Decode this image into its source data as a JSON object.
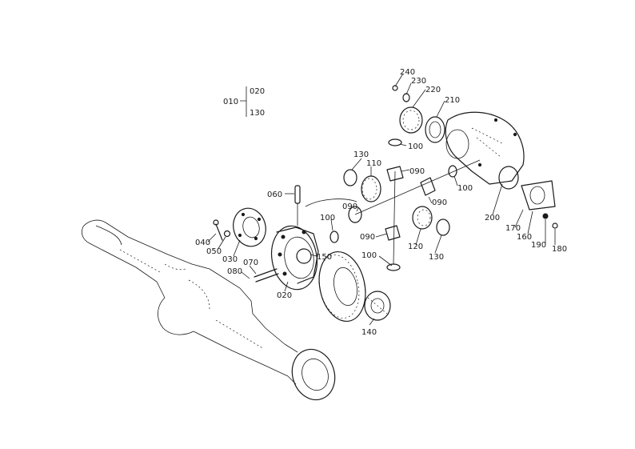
{
  "callouts": [
    {
      "id": "c010",
      "text": "010"
    },
    {
      "id": "c020a",
      "text": "020"
    },
    {
      "id": "c130a",
      "text": "130"
    },
    {
      "id": "c240",
      "text": "240"
    },
    {
      "id": "c230",
      "text": "230"
    },
    {
      "id": "c220",
      "text": "220"
    },
    {
      "id": "c210",
      "text": "210"
    },
    {
      "id": "c100a",
      "text": "100"
    },
    {
      "id": "c090a",
      "text": "090"
    },
    {
      "id": "c100b",
      "text": "100"
    },
    {
      "id": "c130b",
      "text": "130"
    },
    {
      "id": "c110",
      "text": "110"
    },
    {
      "id": "c060",
      "text": "060"
    },
    {
      "id": "c090b",
      "text": "090"
    },
    {
      "id": "c090c",
      "text": "090"
    },
    {
      "id": "c100c",
      "text": "100"
    },
    {
      "id": "c090d",
      "text": "090"
    },
    {
      "id": "c120",
      "text": "120"
    },
    {
      "id": "c130c",
      "text": "130"
    },
    {
      "id": "c200",
      "text": "200"
    },
    {
      "id": "c170",
      "text": "170"
    },
    {
      "id": "c160",
      "text": "160"
    },
    {
      "id": "c190",
      "text": "190"
    },
    {
      "id": "c180",
      "text": "180"
    },
    {
      "id": "c040",
      "text": "040"
    },
    {
      "id": "c050",
      "text": "050"
    },
    {
      "id": "c030",
      "text": "030"
    },
    {
      "id": "c070",
      "text": "070"
    },
    {
      "id": "c080",
      "text": "080"
    },
    {
      "id": "c150",
      "text": "150"
    },
    {
      "id": "c100d",
      "text": "100"
    },
    {
      "id": "c020b",
      "text": "020"
    },
    {
      "id": "c140",
      "text": "140"
    }
  ]
}
